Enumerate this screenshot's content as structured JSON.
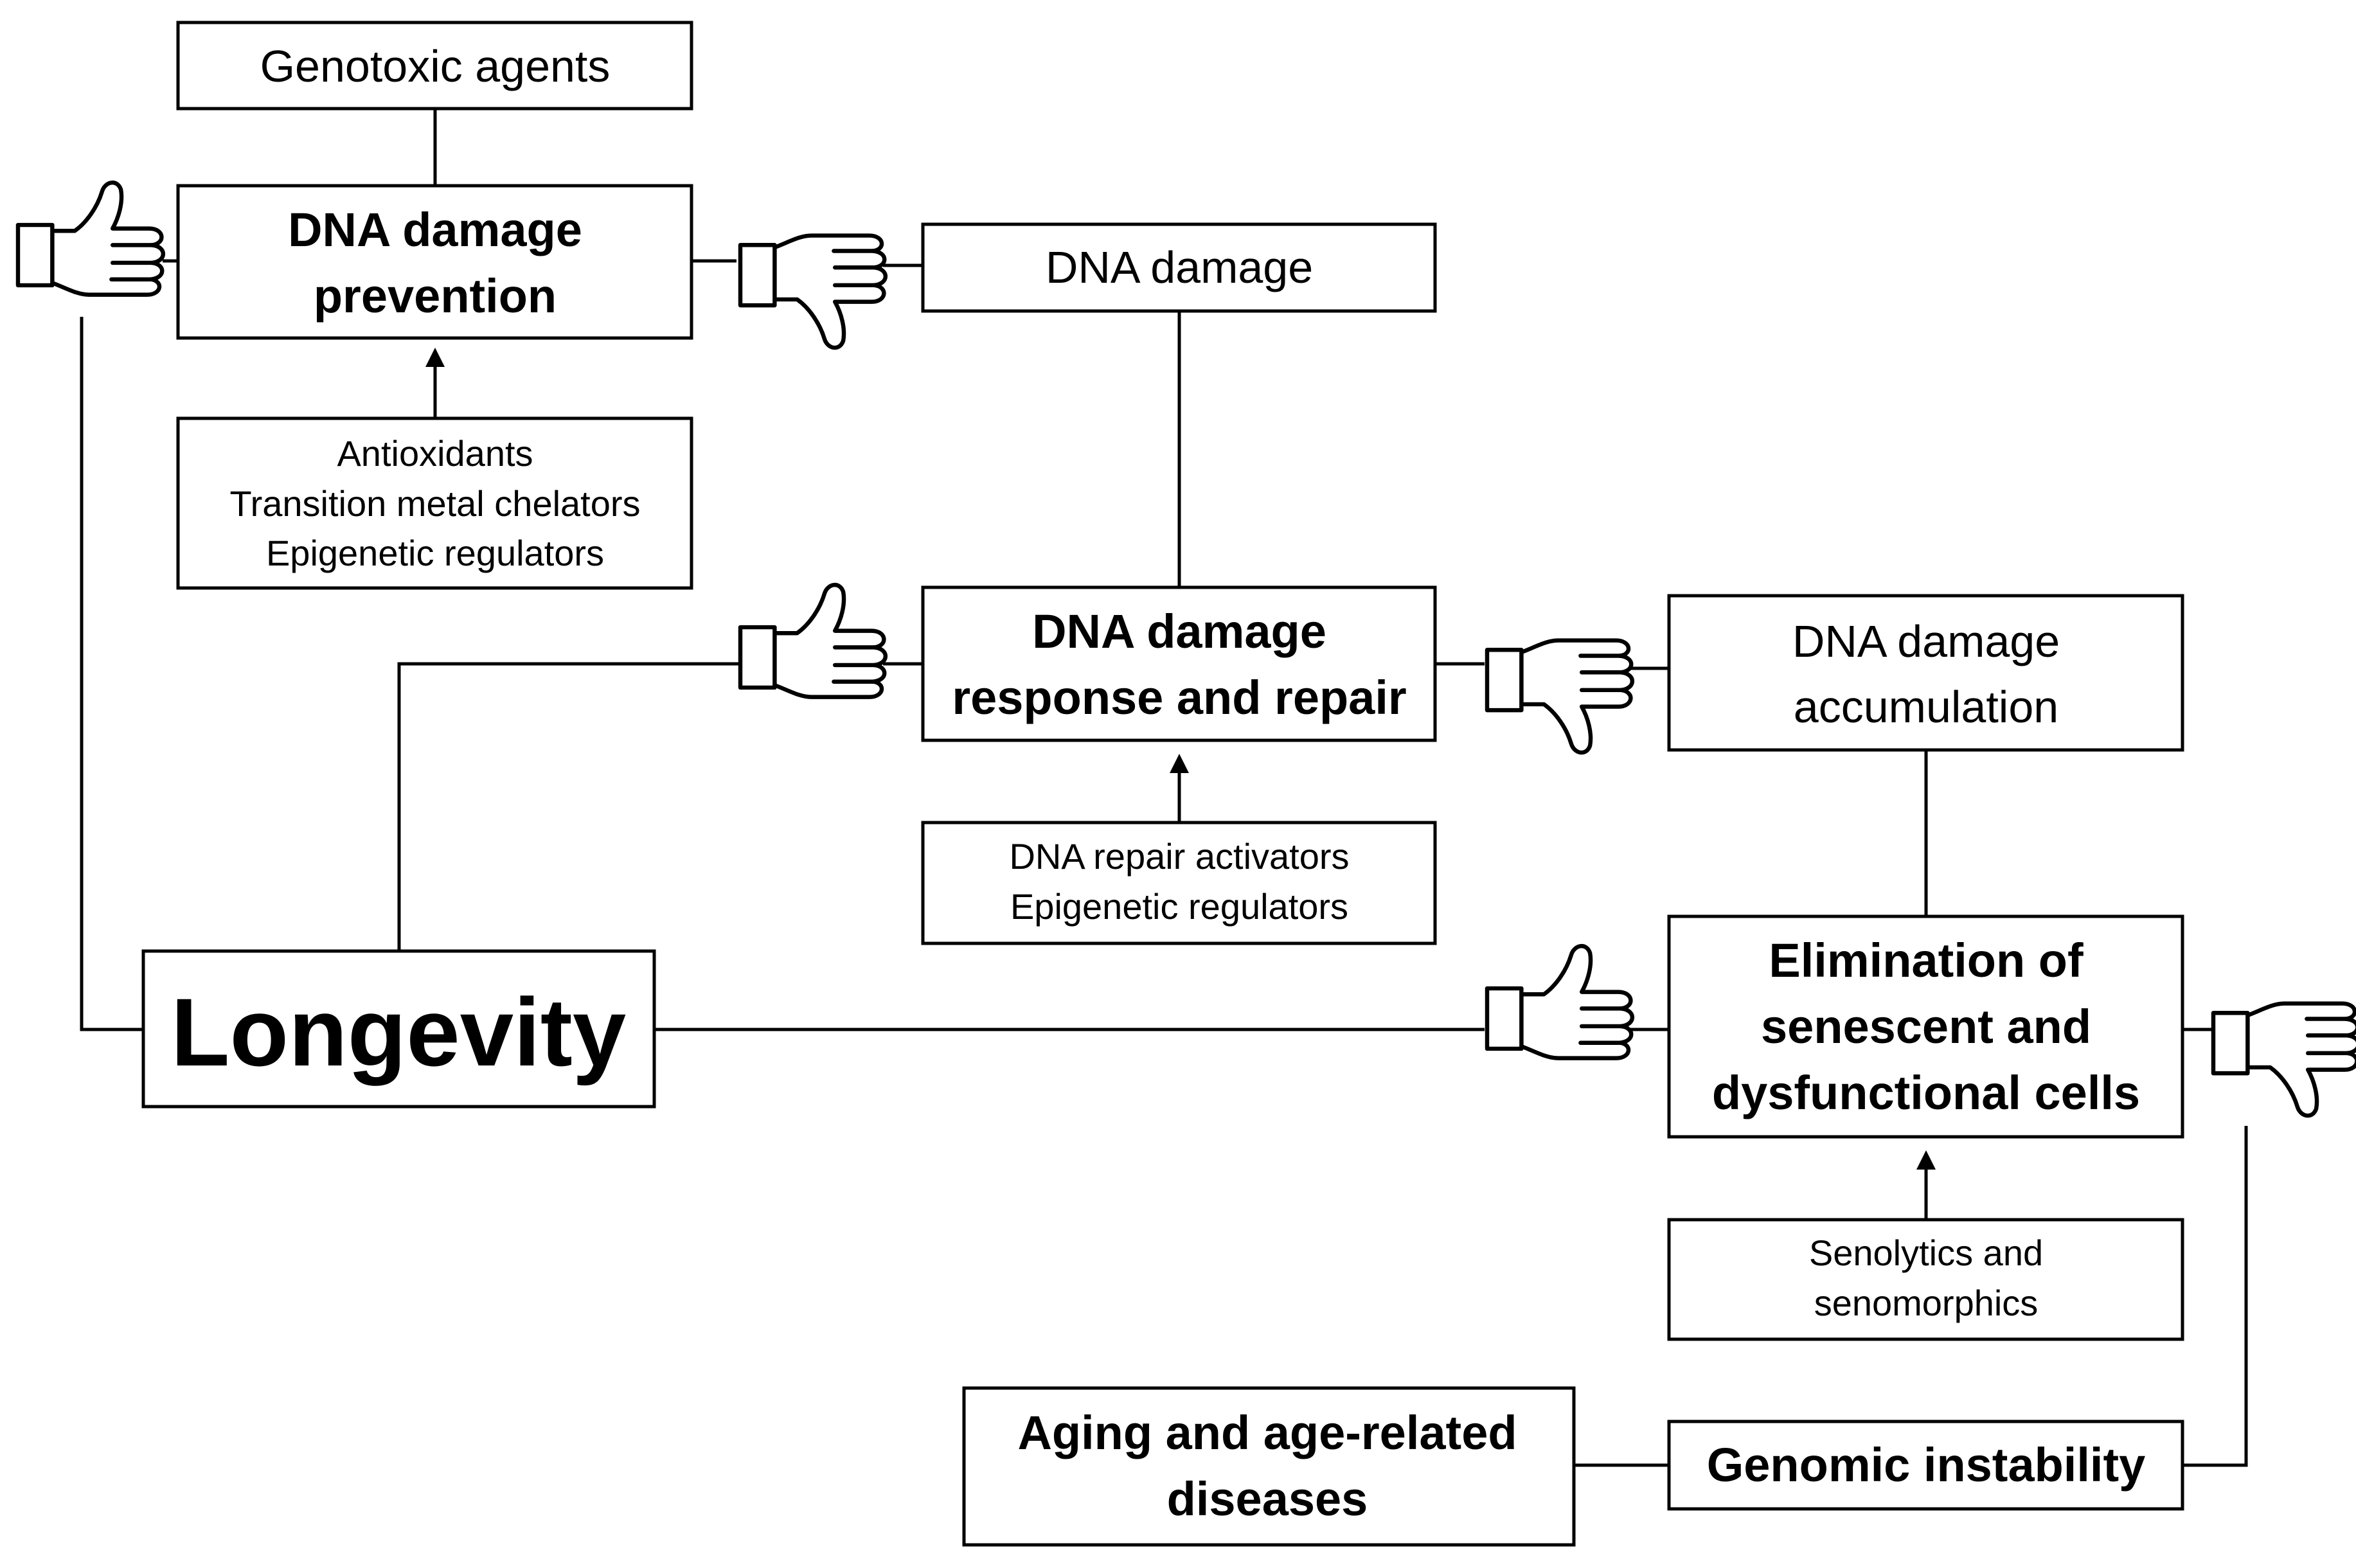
{
  "nodes": {
    "genotoxic_agents": "Genotoxic agents",
    "prevention": [
      "DNA damage",
      "prevention"
    ],
    "prevention_agents": [
      "Antioxidants",
      "Transition metal chelators",
      "Epigenetic regulators"
    ],
    "dna_damage": "DNA damage",
    "response_repair": [
      "DNA damage",
      "response and repair"
    ],
    "repair_agents": [
      "DNA repair activators",
      "Epigenetic regulators"
    ],
    "accumulation": [
      "DNA damage",
      "accumulation"
    ],
    "longevity": "Longevity",
    "elimination": [
      "Elimination of",
      "senescent and",
      "dysfunctional cells"
    ],
    "senolytics": [
      "Senolytics and",
      "senomorphics"
    ],
    "aging": [
      "Aging and age-related",
      "diseases"
    ],
    "genomic_instability": "Genomic instability"
  },
  "icons": {
    "thumbs_up": "thumbs-up-icon",
    "thumbs_down": "thumbs-down-icon"
  }
}
